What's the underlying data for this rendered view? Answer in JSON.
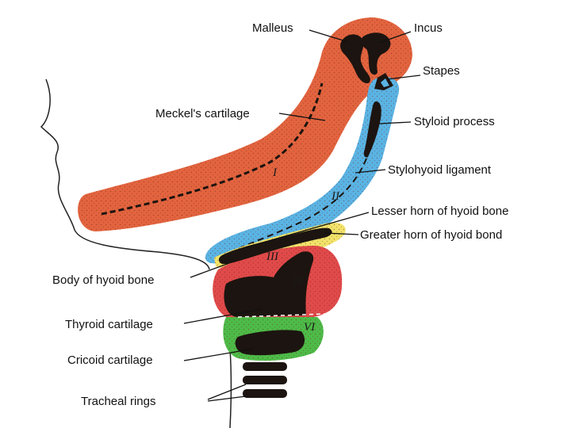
{
  "labels": {
    "malleus": "Malleus",
    "incus": "Incus",
    "stapes": "Stapes",
    "meckels_cartilage": "Meckel's cartilage",
    "styloid_process": "Styloid process",
    "stylohyoid_ligament": "Stylohyoid ligament",
    "lesser_horn": "Lesser horn of hyoid bone",
    "greater_horn": "Greater horn of hyoid bond",
    "body_of_hyoid": "Body of hyoid bone",
    "thyroid_cartilage": "Thyroid cartilage",
    "cricoid_cartilage": "Cricoid cartilage",
    "tracheal_rings": "Tracheal rings"
  },
  "arch_numerals": {
    "i": "I",
    "ii": "II",
    "iii": "III",
    "iv": "IV",
    "vi": "VI"
  },
  "colors": {
    "arch_1": "#e2643f",
    "arch_2": "#5ab4e4",
    "arch_3": "#f1e36a",
    "arch_4": "#e04a4a",
    "arch_6": "#4dbb48",
    "cartilage": "#1c1410"
  }
}
